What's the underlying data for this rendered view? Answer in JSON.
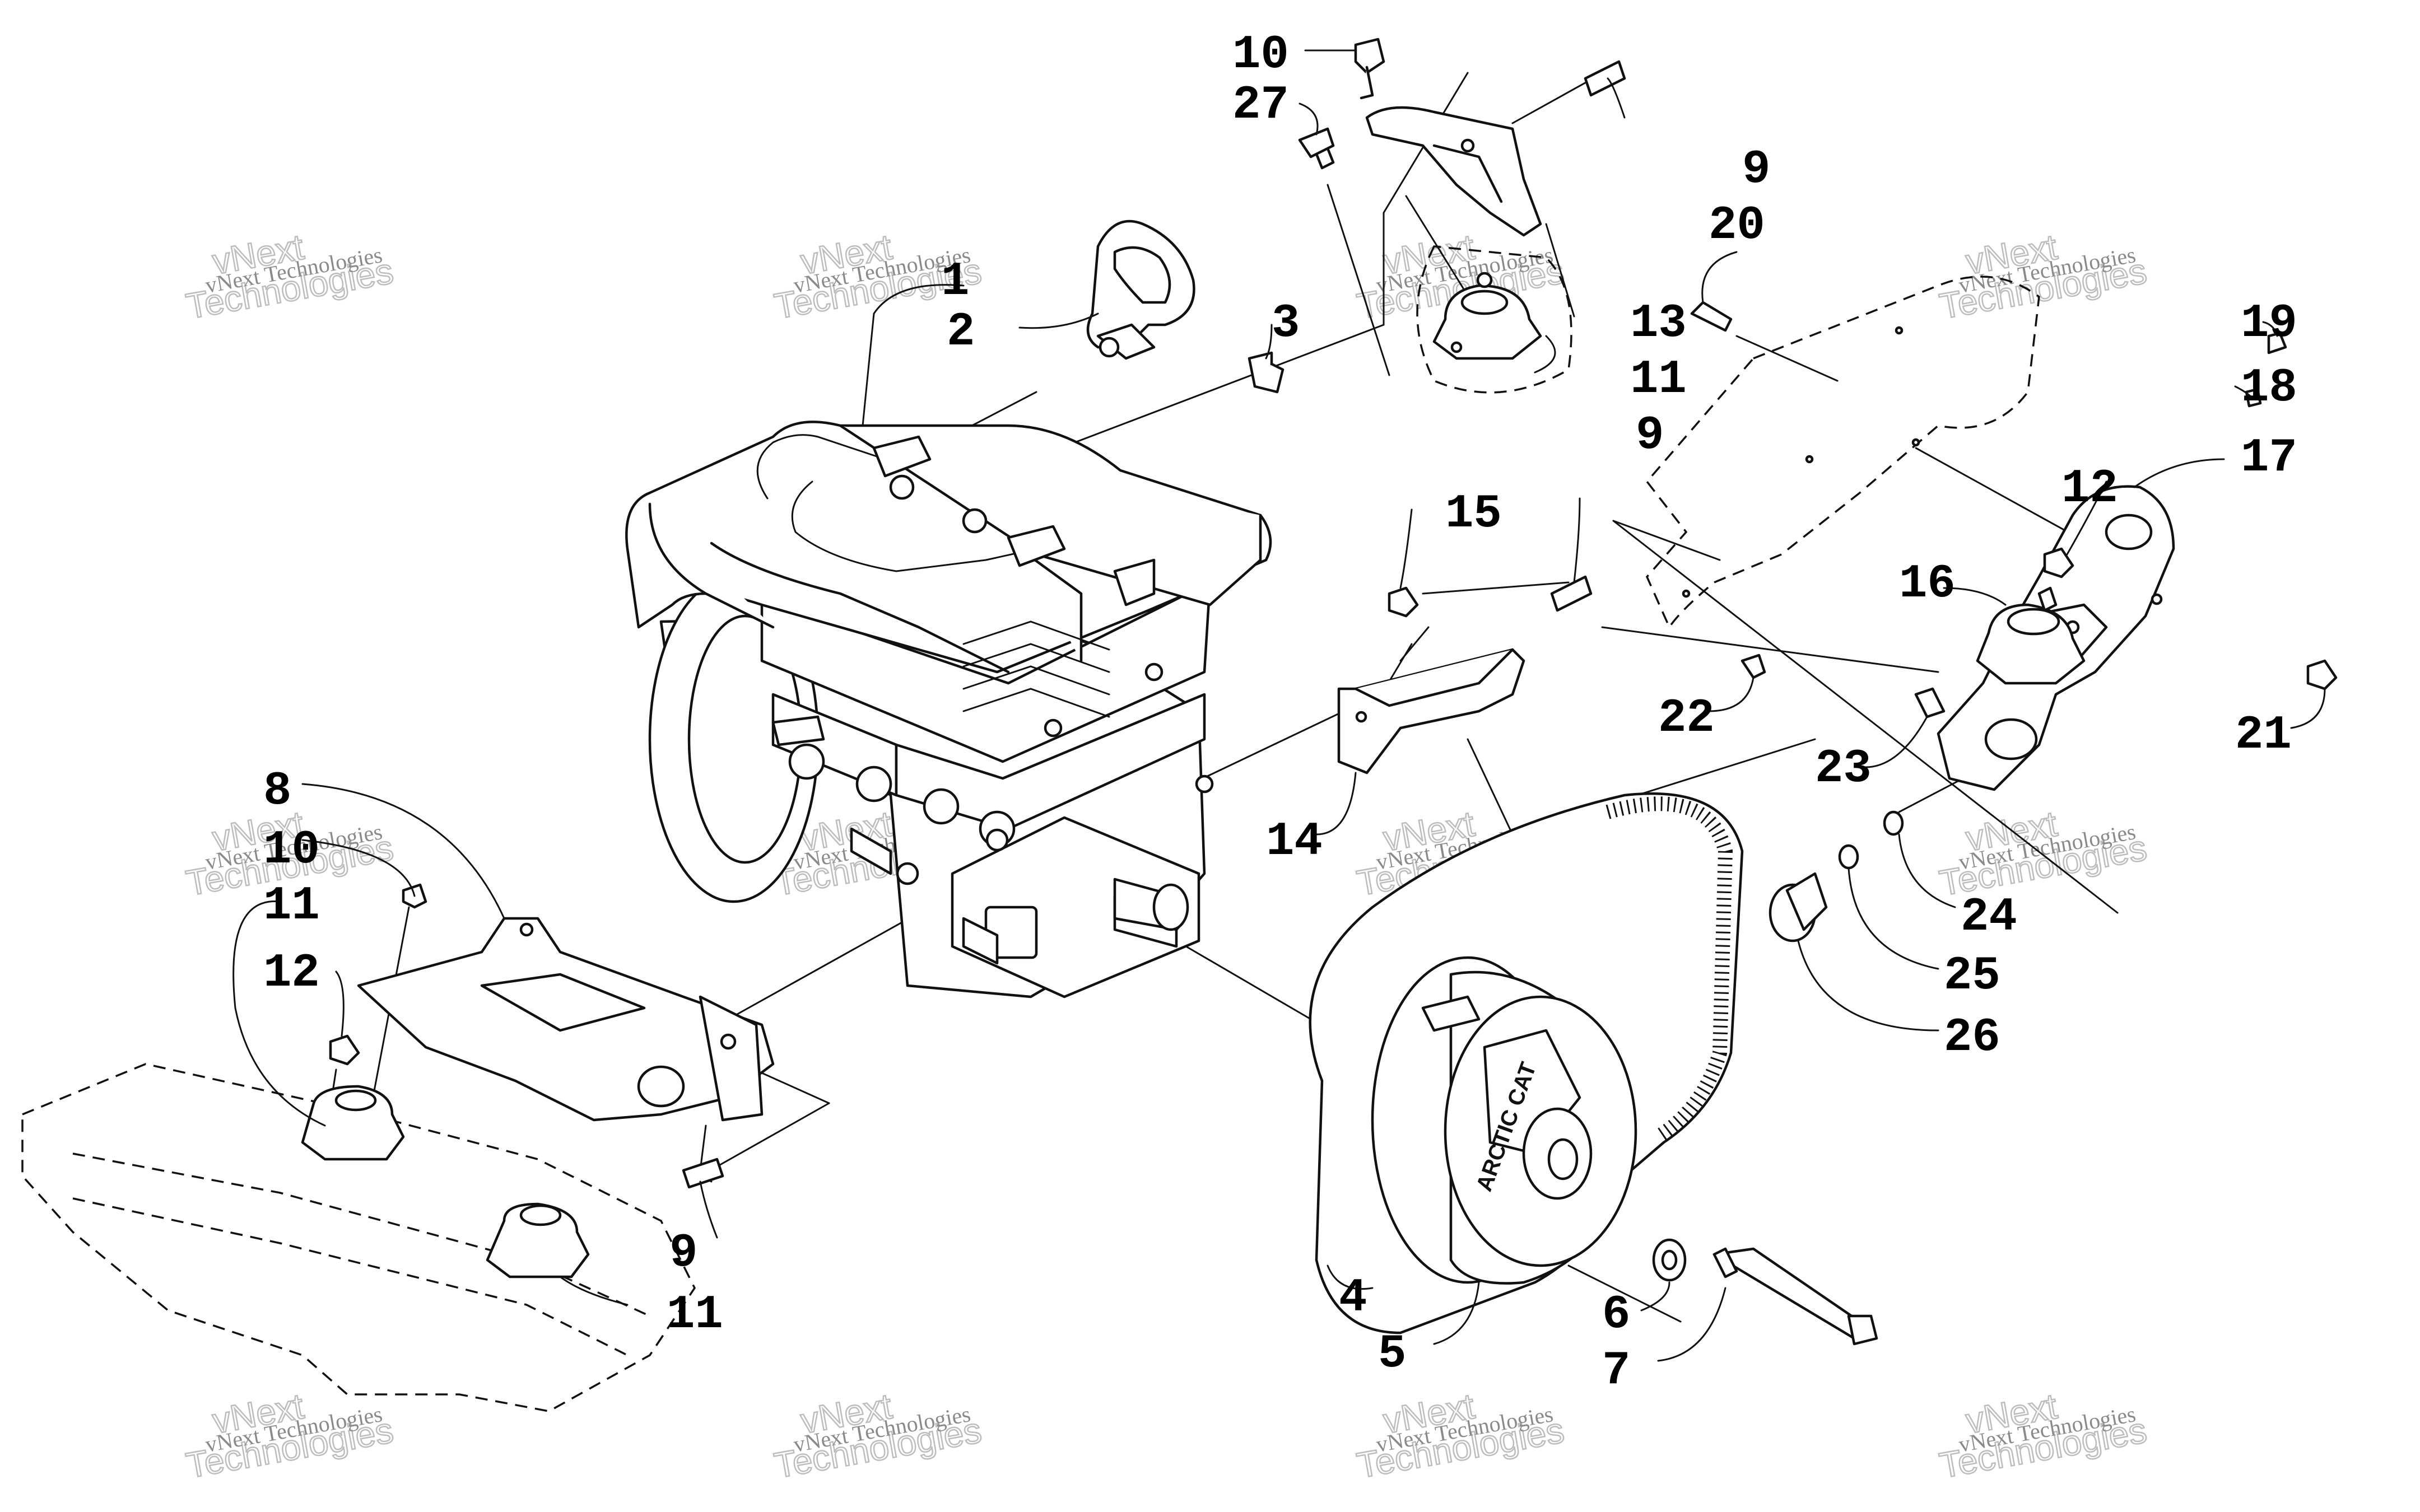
{
  "callouts": [
    {
      "id": "c1",
      "label": "1"
    },
    {
      "id": "c2",
      "label": "2"
    },
    {
      "id": "c3",
      "label": "3"
    },
    {
      "id": "c4",
      "label": "4"
    },
    {
      "id": "c5",
      "label": "5"
    },
    {
      "id": "c6",
      "label": "6"
    },
    {
      "id": "c7",
      "label": "7"
    },
    {
      "id": "c8",
      "label": "8"
    },
    {
      "id": "c9a",
      "label": "9"
    },
    {
      "id": "c9b",
      "label": "9"
    },
    {
      "id": "c9c",
      "label": "9"
    },
    {
      "id": "c10a",
      "label": "10"
    },
    {
      "id": "c10b",
      "label": "10"
    },
    {
      "id": "c11a",
      "label": "11"
    },
    {
      "id": "c11b",
      "label": "11"
    },
    {
      "id": "c11c",
      "label": "11"
    },
    {
      "id": "c12a",
      "label": "12"
    },
    {
      "id": "c12b",
      "label": "12"
    },
    {
      "id": "c13",
      "label": "13"
    },
    {
      "id": "c14",
      "label": "14"
    },
    {
      "id": "c15",
      "label": "15"
    },
    {
      "id": "c16",
      "label": "16"
    },
    {
      "id": "c17",
      "label": "17"
    },
    {
      "id": "c18",
      "label": "18"
    },
    {
      "id": "c19",
      "label": "19"
    },
    {
      "id": "c20",
      "label": "20"
    },
    {
      "id": "c21",
      "label": "21"
    },
    {
      "id": "c22",
      "label": "22"
    },
    {
      "id": "c23",
      "label": "23"
    },
    {
      "id": "c24",
      "label": "24"
    },
    {
      "id": "c25",
      "label": "25"
    },
    {
      "id": "c26",
      "label": "26"
    },
    {
      "id": "c27",
      "label": "27"
    }
  ],
  "watermark": {
    "line1": "vNext Technologies",
    "line2": "vNext",
    "line3": "Technologies"
  },
  "clutch_text": "ARCTIC CAT"
}
